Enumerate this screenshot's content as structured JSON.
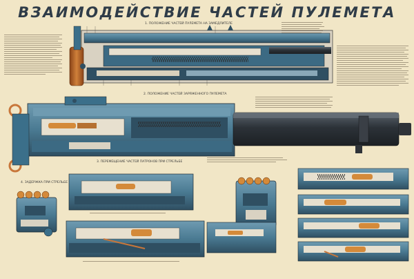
{
  "header": {
    "title": "ВЗАИМОДЕЙСТВИЕ ЧАСТЕЙ ПУЛЕМЕТА"
  },
  "sections": {
    "s1": "1. ПОЛОЖЕНИЕ ЧАСТЕЙ ПУЛЕМЕТА НА ЗАМЕДЛИТЕЛЕ",
    "s2": "2. ПОЛОЖЕНИЕ ЧАСТЕЙ ЗАРЯЖЕННОГО ПУЛЕМЕТА",
    "s3": "3. ПЕРЕМЕЩЕНИЕ ЧАСТЕЙ ПАТРОНОВ ПРИ СТРЕЛЬБЕ",
    "s4": "4. ЗАДЕРЖКА ПРИ СТРЕЛЬБЕ"
  },
  "colors": {
    "background": "#f1e6c6",
    "steel": "#4a7a92",
    "steel_dark": "#2f4f62",
    "barrel": "#3a3f46",
    "brass": "#d48a3a",
    "wood": "#b9652b",
    "title": "#2f3c48"
  }
}
